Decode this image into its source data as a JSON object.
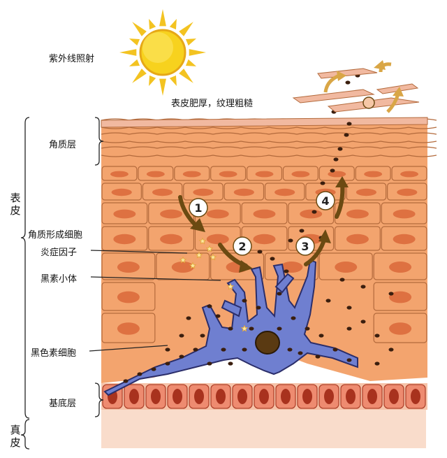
{
  "labels": {
    "uv": "紫外线照射",
    "thickening": "表皮肥厚，纹理粗糙",
    "stratum_corneum": "角质层",
    "keratinocyte": "角质形成细胞",
    "inflammatory_factor": "炎症因子",
    "melanosome": "黑素小体",
    "melanocyte": "黑色素细胞",
    "basal_layer": "基底层",
    "epidermis": "表皮",
    "dermis": "真皮"
  },
  "steps": [
    "1",
    "2",
    "3",
    "4"
  ],
  "colors": {
    "sun": "#F7D21E",
    "sun_ray": "#F3C321",
    "epidermis": "#F3A46E",
    "cell_line": "#B36A3C",
    "nucleus": "#D9693A",
    "melanocyte": "#6F7FD0",
    "melanocyte_outline": "#2B2E6A",
    "melanin": "#3A1E0E",
    "arrow": "#6B4A12",
    "corneum": "#F1B9A0",
    "basal_cell": "#EE8B70",
    "basal_nucleus": "#A8321E",
    "dermis": "#F9DCCB"
  }
}
